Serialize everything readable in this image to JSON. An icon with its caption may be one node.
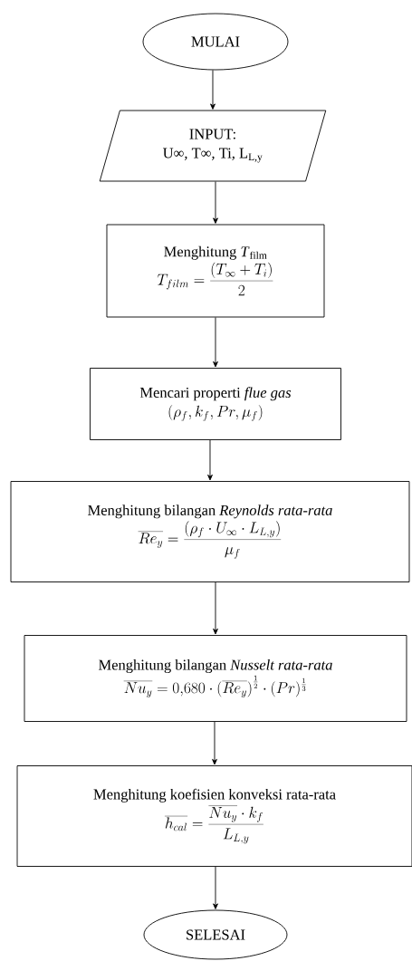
{
  "diagram": {
    "nodes": [
      {
        "text": [
          "MULAI"
        ]
      },
      {
        "text": [
          "INPUT:",
          "U∞, T∞, Ti, L$_{L,y}$"
        ]
      },
      {
        "text": [
          "Menghitung *T*$_{film}$",
          "T_{film} = \\frac{(T_\\infty + T_i)}{2}"
        ]
      },
      {
        "text": [
          "Mencari properti *flue gas*",
          "(\\rho_f, k_f, Pr, \\mu_f)"
        ]
      },
      {
        "text": [
          "Menghitung bilangan *Reynolds rata-rata*",
          "\\overline{Re_y} = \\frac{\\left(\\rho_f \\cdot U_\\infty \\cdot L_{L,y}\\right)}{\\mu_f}"
        ]
      },
      {
        "text": [
          "Menghitung bilangan *Nusselt rata-rata*",
          "\\overline{Nu_y} = 0{,}680 \\cdot \\left(\\overline{Re_y}\\right)^{\\frac{1}{2}} \\cdot (Pr)^{\\frac{1}{3}}"
        ]
      },
      {
        "text": [
          "Menghitung koefisien konveksi rata-rata",
          "\\overline{h_{cal}} = \\frac{\\overline{Nu_y} \\cdot k_f}{L_{L,y}}"
        ]
      },
      {
        "text": [
          "SELESAI"
        ]
      }
    ],
    "edges": [
      {
        "from": 0,
        "to": 1,
        "arrow": "to"
      },
      {
        "from": 1,
        "to": 2,
        "arrow": "to"
      },
      {
        "from": 2,
        "to": 3,
        "arrow": "to"
      },
      {
        "from": 3,
        "to": 4,
        "arrow": "to"
      },
      {
        "from": 4,
        "to": 5,
        "arrow": "to"
      },
      {
        "from": 5,
        "to": 6,
        "arrow": "to"
      },
      {
        "from": 6,
        "to": 7,
        "arrow": "to"
      }
    ]
  }
}
